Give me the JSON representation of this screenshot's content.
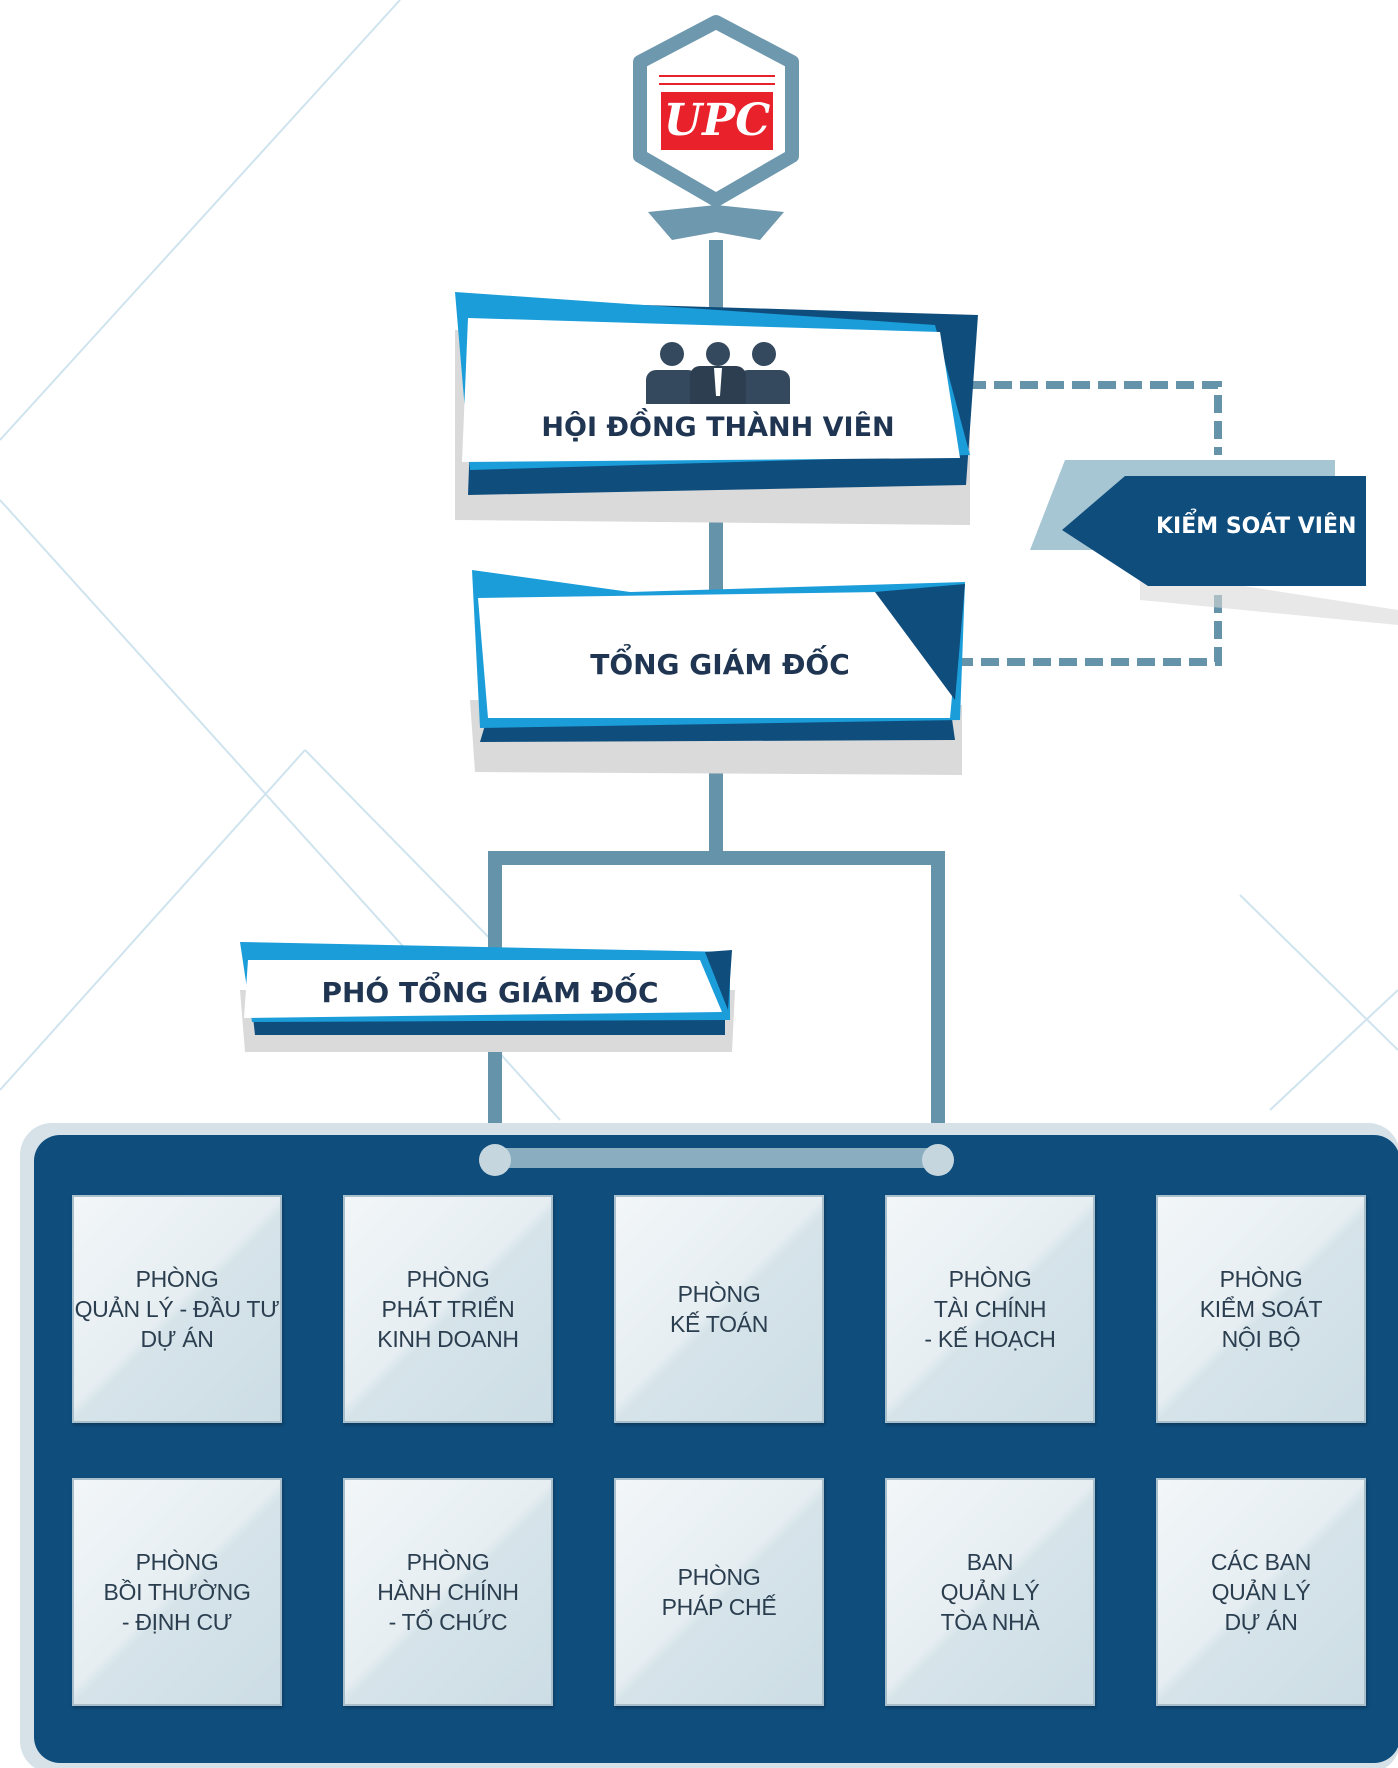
{
  "logo": {
    "text": "UPC",
    "color": "#e8212b"
  },
  "colors": {
    "navy": "#0f4d7d",
    "blue": "#1b9dd9",
    "steel": "#6593a9",
    "panel": "#0f4d7d"
  },
  "nodes": {
    "board": "HỘI ĐỒNG THÀNH VIÊN",
    "supervisor": "KIỂM SOÁT VIÊN",
    "general_director": "TỔNG GIÁM ĐỐC",
    "deputy_director": "PHÓ TỔNG GIÁM ĐỐC"
  },
  "icons": {
    "board": "people-group-icon"
  },
  "departments": [
    "PHÒNG\nQUẢN LÝ - ĐẦU TƯ\nDỰ ÁN",
    "PHÒNG\nPHÁT TRIỂN\nKINH DOANH",
    "PHÒNG\nKẾ TOÁN",
    "PHÒNG\nTÀI CHÍNH\n- KẾ HOẠCH",
    "PHÒNG\nKIỂM SOÁT\nNỘI BỘ",
    "PHÒNG\nBỒI THƯỜNG\n- ĐỊNH CƯ",
    "PHÒNG\nHÀNH CHÍNH\n- TỔ CHỨC",
    "PHÒNG\nPHÁP CHẾ",
    "BAN\nQUẢN LÝ\nTÒA NHÀ",
    "CÁC BAN\nQUẢN LÝ\nDỰ ÁN"
  ]
}
